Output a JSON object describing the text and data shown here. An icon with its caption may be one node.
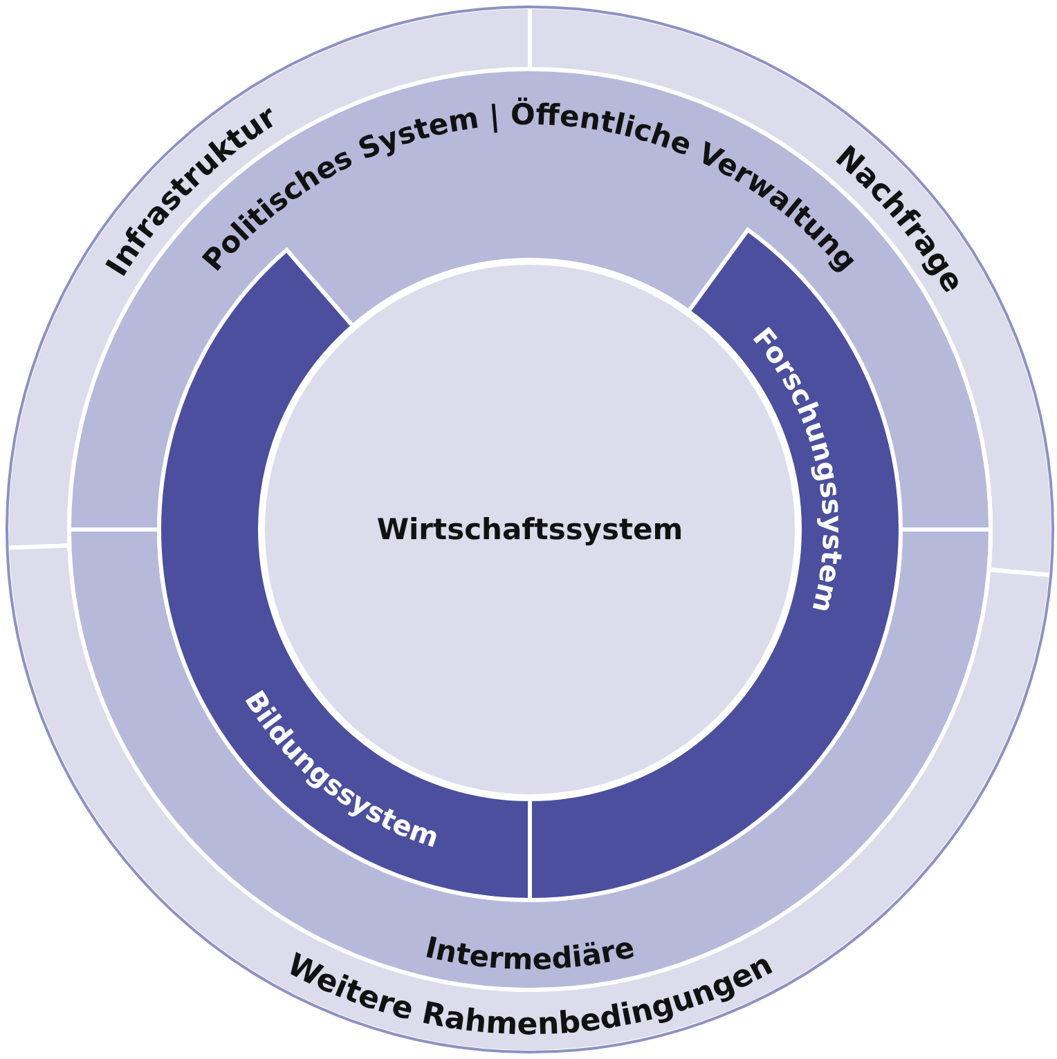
{
  "diagram": {
    "nodes": [
      {
        "text": [
          "Infrastruktur"
        ]
      },
      {
        "text": [
          "Nachfrage"
        ]
      },
      {
        "text": [
          "Weitere Rahmenbedingungen"
        ]
      },
      {
        "text": [
          "Politisches System | Öffentliche Verwaltung"
        ]
      },
      {
        "text": [
          "Intermediäre"
        ]
      },
      {
        "text": [
          "Forschungssystem"
        ]
      },
      {
        "text": [
          "Bildungssystem"
        ]
      },
      {
        "text": [
          "Wirtschaftssystem"
        ]
      }
    ],
    "edges": []
  }
}
